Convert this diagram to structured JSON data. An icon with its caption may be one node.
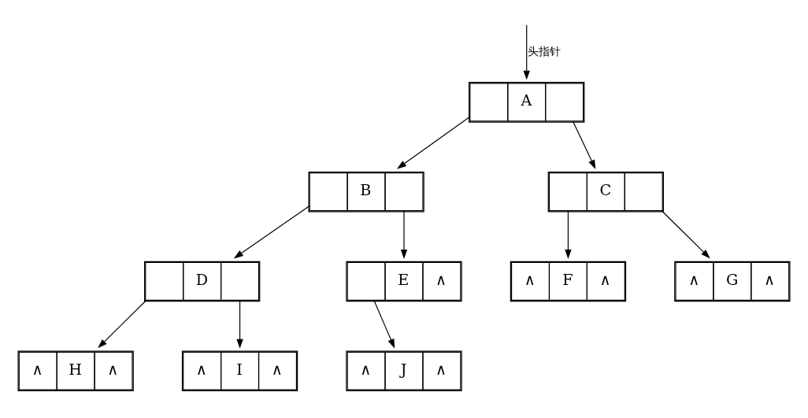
{
  "diagram": {
    "nodes": [
      {
        "text": [
          "A"
        ]
      },
      {
        "text": [
          "B"
        ]
      },
      {
        "text": [
          "C"
        ]
      },
      {
        "text": [
          "D"
        ]
      },
      {
        "text": [
          "E",
          "∧"
        ]
      },
      {
        "text": [
          "∧",
          "F",
          "∧"
        ]
      },
      {
        "text": [
          "∧",
          "G",
          "∧"
        ]
      },
      {
        "text": [
          "∧",
          "H",
          "∧"
        ]
      },
      {
        "text": [
          "∧",
          "I",
          "∧"
        ]
      },
      {
        "text": [
          "∧",
          "J",
          "∧"
        ]
      }
    ],
    "edges": [
      {
        "from": null,
        "to": 0,
        "arrow": "to",
        "label": "头指针"
      },
      {
        "from": 0,
        "to": 1,
        "arrow": "to"
      },
      {
        "from": 0,
        "to": 2,
        "arrow": "to"
      },
      {
        "from": 1,
        "to": 3,
        "arrow": "to"
      },
      {
        "from": 1,
        "to": 4,
        "arrow": "to"
      },
      {
        "from": 2,
        "to": 5,
        "arrow": "to"
      },
      {
        "from": 2,
        "to": 6,
        "arrow": "to"
      },
      {
        "from": 3,
        "to": 7,
        "arrow": "to"
      },
      {
        "from": 3,
        "to": 8,
        "arrow": "to"
      },
      {
        "from": 4,
        "to": 9,
        "arrow": "to"
      }
    ]
  }
}
